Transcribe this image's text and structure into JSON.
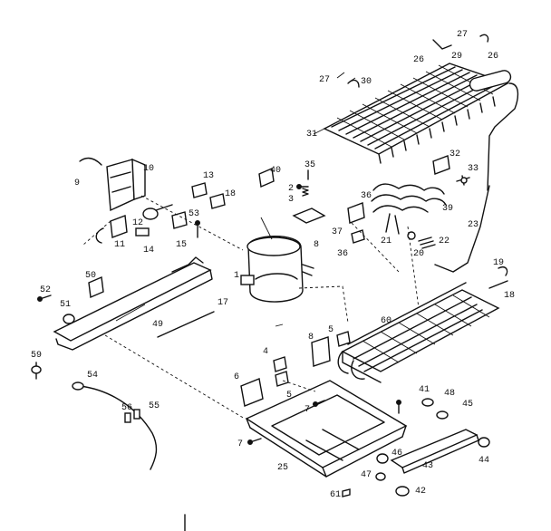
{
  "diagram": {
    "parts": [
      {
        "id": "p1",
        "label": "1"
      },
      {
        "id": "p2",
        "label": "2"
      },
      {
        "id": "p3",
        "label": "3"
      },
      {
        "id": "p4",
        "label": "4"
      },
      {
        "id": "p5a",
        "label": "5"
      },
      {
        "id": "p5b",
        "label": "5"
      },
      {
        "id": "p6",
        "label": "6"
      },
      {
        "id": "p7a",
        "label": "7"
      },
      {
        "id": "p7b",
        "label": "7"
      },
      {
        "id": "p8a",
        "label": "8"
      },
      {
        "id": "p8b",
        "label": "8"
      },
      {
        "id": "p9",
        "label": "9"
      },
      {
        "id": "p10",
        "label": "10"
      },
      {
        "id": "p11",
        "label": "11"
      },
      {
        "id": "p12",
        "label": "12"
      },
      {
        "id": "p13",
        "label": "13"
      },
      {
        "id": "p14",
        "label": "14"
      },
      {
        "id": "p15",
        "label": "15"
      },
      {
        "id": "p17",
        "label": "17"
      },
      {
        "id": "p18a",
        "label": "18"
      },
      {
        "id": "p18b",
        "label": "18"
      },
      {
        "id": "p19",
        "label": "19"
      },
      {
        "id": "p20",
        "label": "20"
      },
      {
        "id": "p21",
        "label": "21"
      },
      {
        "id": "p22",
        "label": "22"
      },
      {
        "id": "p23",
        "label": "23"
      },
      {
        "id": "p25",
        "label": "25"
      },
      {
        "id": "p26a",
        "label": "26"
      },
      {
        "id": "p26b",
        "label": "26"
      },
      {
        "id": "p27a",
        "label": "27"
      },
      {
        "id": "p27b",
        "label": "27"
      },
      {
        "id": "p29",
        "label": "29"
      },
      {
        "id": "p30",
        "label": "30"
      },
      {
        "id": "p31",
        "label": "31"
      },
      {
        "id": "p32",
        "label": "32"
      },
      {
        "id": "p33",
        "label": "33"
      },
      {
        "id": "p35",
        "label": "35"
      },
      {
        "id": "p36a",
        "label": "36"
      },
      {
        "id": "p36b",
        "label": "36"
      },
      {
        "id": "p37",
        "label": "37"
      },
      {
        "id": "p39",
        "label": "39"
      },
      {
        "id": "p40",
        "label": "40"
      },
      {
        "id": "p41",
        "label": "41"
      },
      {
        "id": "p42",
        "label": "42"
      },
      {
        "id": "p43",
        "label": "43"
      },
      {
        "id": "p44",
        "label": "44"
      },
      {
        "id": "p45",
        "label": "45"
      },
      {
        "id": "p46",
        "label": "46"
      },
      {
        "id": "p47",
        "label": "47"
      },
      {
        "id": "p48",
        "label": "48"
      },
      {
        "id": "p49",
        "label": "49"
      },
      {
        "id": "p50",
        "label": "50"
      },
      {
        "id": "p51",
        "label": "51"
      },
      {
        "id": "p52",
        "label": "52"
      },
      {
        "id": "p53",
        "label": "53"
      },
      {
        "id": "p54",
        "label": "54"
      },
      {
        "id": "p55",
        "label": "55"
      },
      {
        "id": "p56",
        "label": "56"
      },
      {
        "id": "p59",
        "label": "59"
      },
      {
        "id": "p60",
        "label": "60"
      },
      {
        "id": "p61",
        "label": "61"
      }
    ]
  }
}
